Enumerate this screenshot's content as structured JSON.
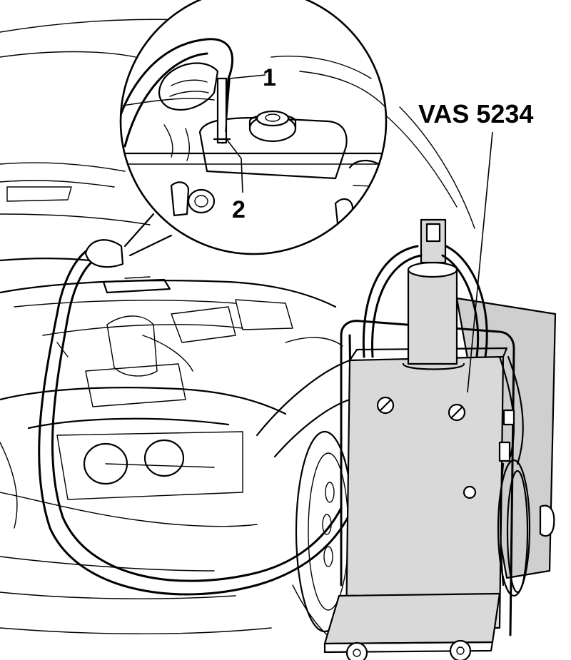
{
  "diagram": {
    "callouts": [
      {
        "id": "1",
        "text": "1"
      },
      {
        "id": "2",
        "text": "2"
      },
      {
        "id": "tool",
        "text": "VAS 5234"
      }
    ],
    "colors": {
      "line": "#000000",
      "background": "#ffffff",
      "device_fill": "#d9d9d9"
    }
  }
}
